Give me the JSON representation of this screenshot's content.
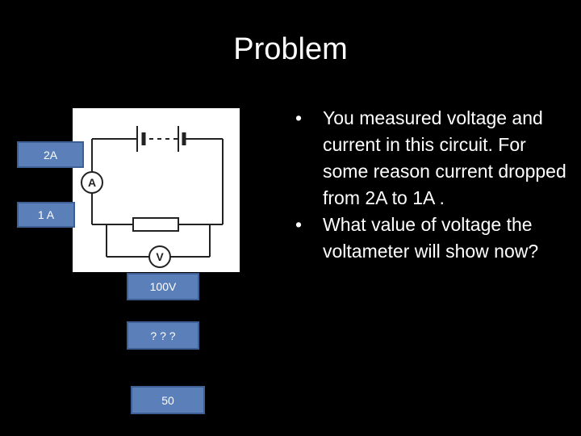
{
  "slide": {
    "title": "Problem"
  },
  "diagram": {
    "ammeter_symbol": "A",
    "voltmeter_symbol": "V"
  },
  "labels": {
    "current_before": "2A",
    "current_after": "1 A",
    "voltage_before": "100V",
    "voltage_unknown": "? ? ?",
    "voltage_answer": "50"
  },
  "bullets": [
    {
      "marker": "•",
      "text": "You measured voltage and current in this circuit. For some reason current  dropped from 2A to 1A ."
    },
    {
      "marker": "•",
      "text": "What value of voltage the voltameter will show now?"
    }
  ],
  "colors": {
    "background": "#000000",
    "label_box": "#5b7fb9",
    "label_border": "#3e5f93",
    "text": "#ffffff"
  }
}
